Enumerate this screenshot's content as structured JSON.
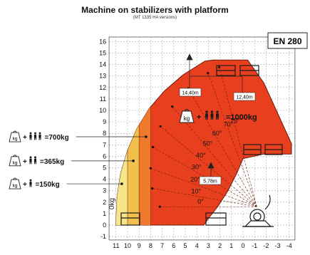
{
  "header": {
    "title": "Machine on stabilizers with platform",
    "subtitle": "(MT 1335 HA versions)"
  },
  "badge": {
    "label": "EN 280"
  },
  "axes": {
    "y_ticks": [
      "16",
      "15",
      "14",
      "13",
      "12",
      "11",
      "10",
      "9",
      "8",
      "7",
      "6",
      "5",
      "4",
      "3",
      "2",
      "1",
      "0",
      "-1"
    ],
    "x_ticks": [
      "11",
      "10",
      "9",
      "8",
      "7",
      "6",
      "5",
      "4",
      "3",
      "2",
      "1",
      "0",
      "-1",
      "-2",
      "-3",
      "-4"
    ]
  },
  "zones": {
    "zero_label": "0kg",
    "main_load": {
      "kg_symbol": "kg",
      "value": "=1000kg",
      "persons": 3
    },
    "legend": [
      {
        "persons": 3,
        "value": "=700kg"
      },
      {
        "persons": 2,
        "value": "=365kg"
      },
      {
        "persons": 1,
        "value": "=150kg"
      }
    ]
  },
  "angles": [
    "75°",
    "70°",
    "60°",
    "50°",
    "40°",
    "30°",
    "20°",
    "10°",
    "0°"
  ],
  "dimensions": {
    "height_max": "14,40m",
    "reach_max": "12,40m",
    "reach_mid": "5,78m"
  },
  "colors": {
    "red": "#e8401f",
    "orange": "#f07a2c",
    "yellow_light": "#f6e68a",
    "yellow": "#f3c04c",
    "grid": "#9a9a9a"
  }
}
